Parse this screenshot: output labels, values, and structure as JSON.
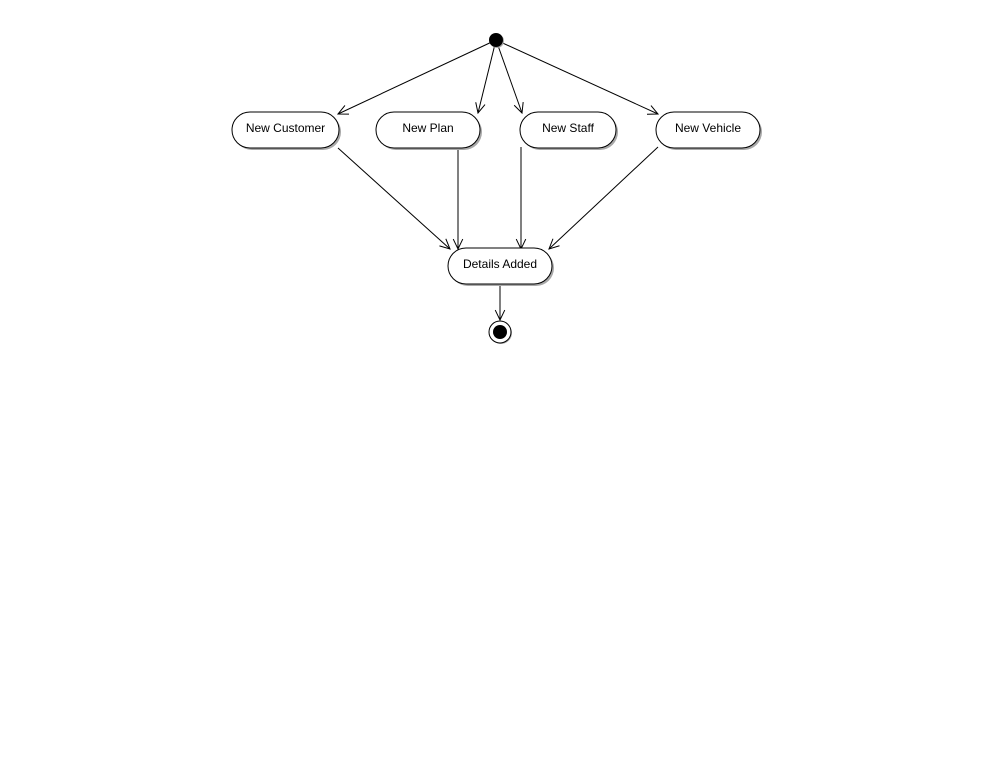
{
  "diagram": {
    "type": "activity",
    "colors": {
      "line": "#000000",
      "node_fill": "#ffffff",
      "shadow": "#a8a8a8",
      "background": "#ffffff"
    },
    "initial_node": {
      "name": "start",
      "icon": "initial-node-icon"
    },
    "final_node": {
      "name": "end",
      "icon": "final-node-icon"
    },
    "actions": [
      {
        "id": "new-customer",
        "label": "New Customer"
      },
      {
        "id": "new-plan",
        "label": "New Plan"
      },
      {
        "id": "new-staff",
        "label": "New Staff"
      },
      {
        "id": "new-vehicle",
        "label": "New Vehicle"
      },
      {
        "id": "details-added",
        "label": "Details Added"
      }
    ],
    "edges": [
      {
        "from": "start",
        "to": "new-customer"
      },
      {
        "from": "start",
        "to": "new-plan"
      },
      {
        "from": "start",
        "to": "new-staff"
      },
      {
        "from": "start",
        "to": "new-vehicle"
      },
      {
        "from": "new-customer",
        "to": "details-added"
      },
      {
        "from": "new-plan",
        "to": "details-added"
      },
      {
        "from": "new-staff",
        "to": "details-added"
      },
      {
        "from": "new-vehicle",
        "to": "details-added"
      },
      {
        "from": "details-added",
        "to": "end"
      }
    ]
  }
}
